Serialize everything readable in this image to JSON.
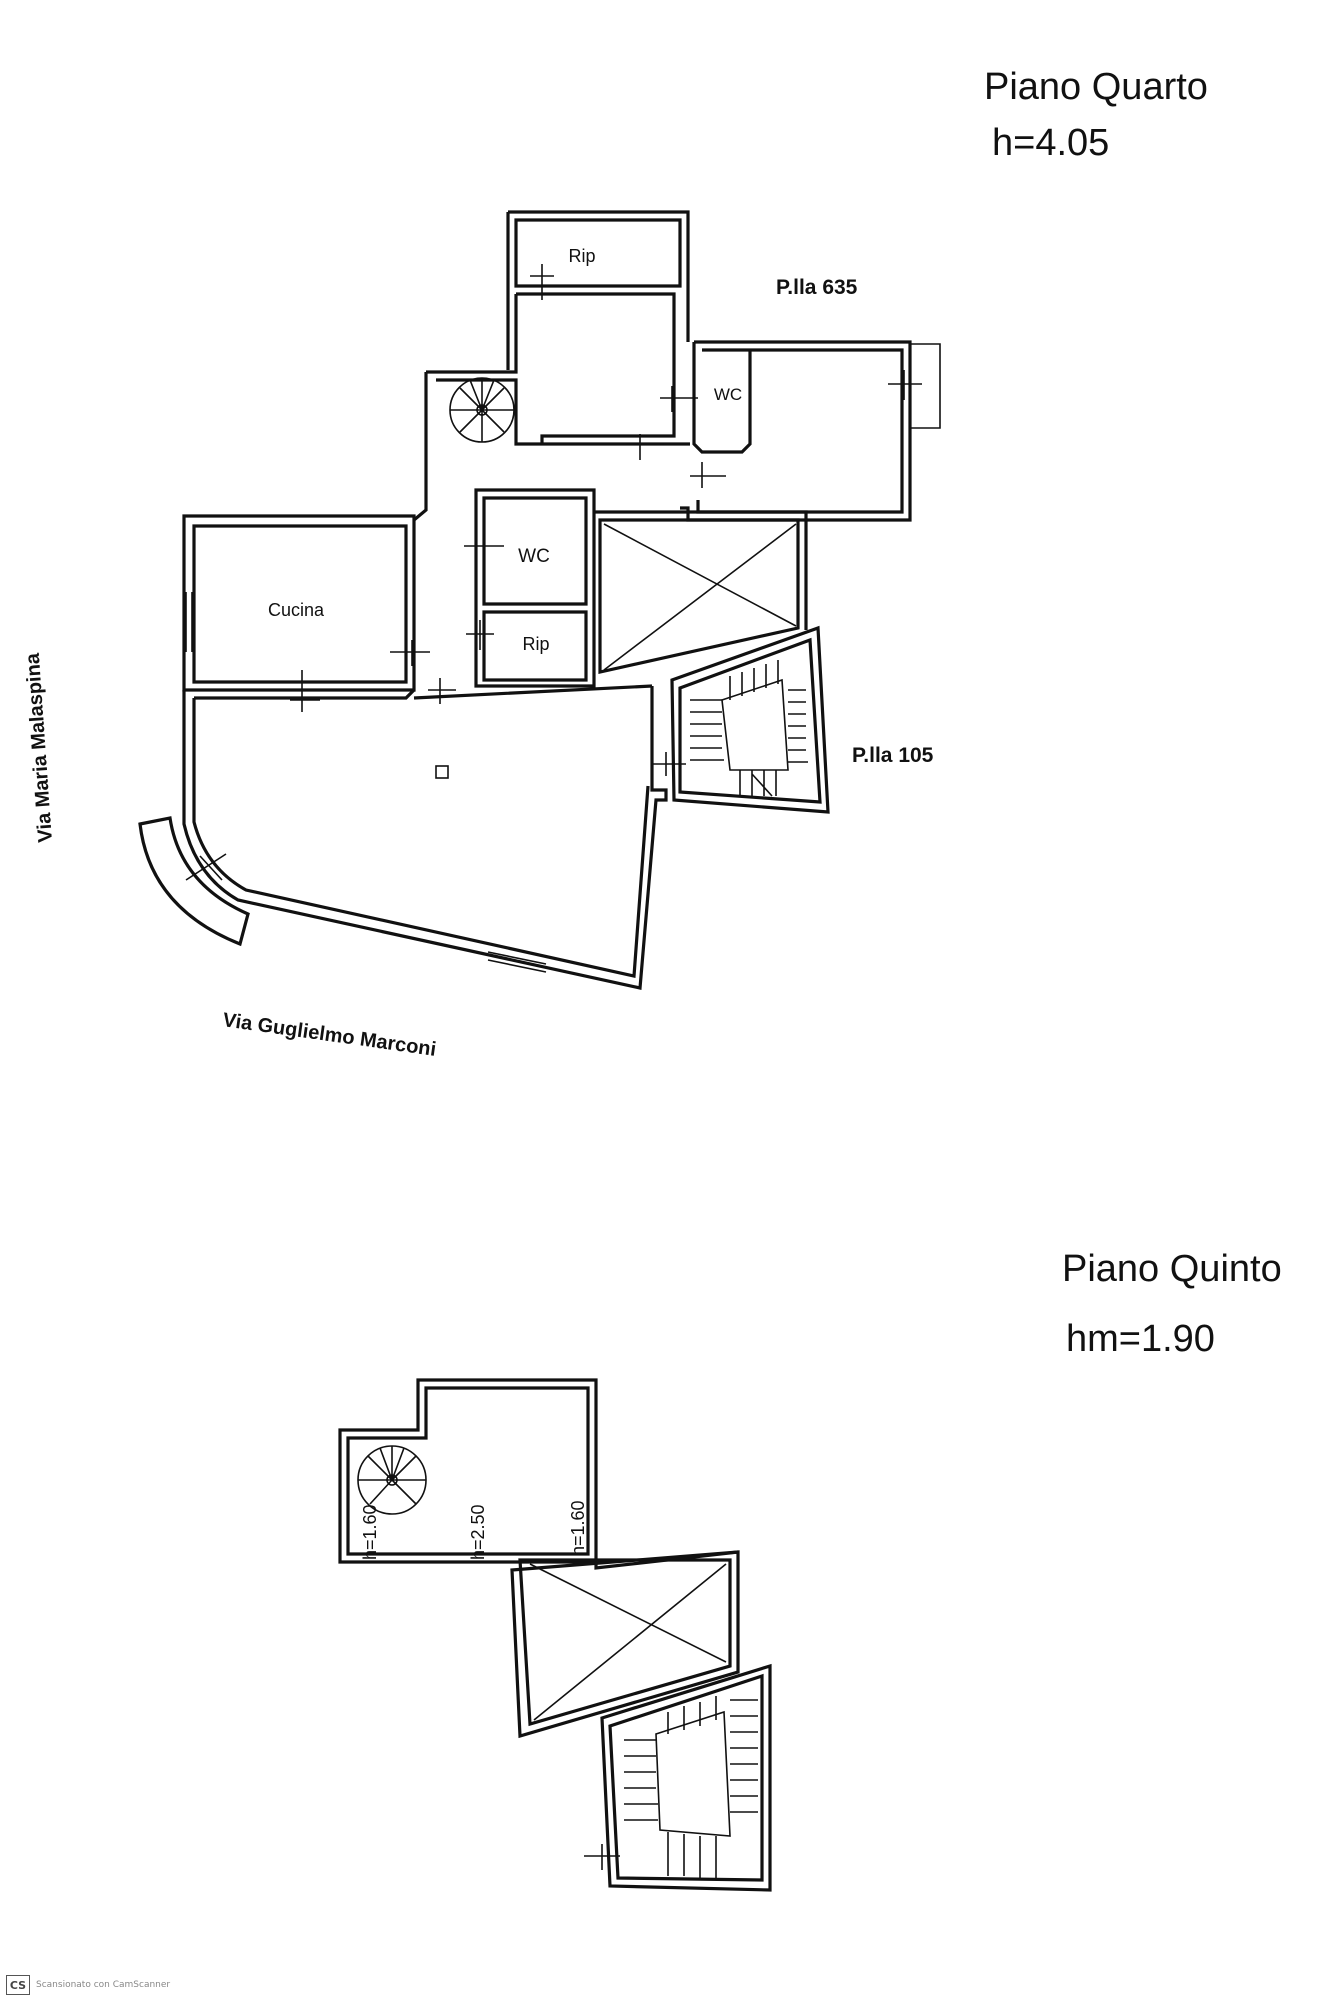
{
  "floor4": {
    "title": "Piano Quarto",
    "height": "h=4.05",
    "rooms": {
      "rip_top": "Rip",
      "wc_right": "WC",
      "wc_center": "WC",
      "cucina": "Cucina",
      "rip_center": "Rip"
    },
    "parcel_635": "P.lla 635",
    "parcel_105": "P.lla 105",
    "street_left": "Via Maria Malaspina",
    "street_bottom": "Via Guglielmo Marconi"
  },
  "floor5": {
    "title": "Piano Quinto",
    "height": "hm=1.90",
    "heights": [
      "h=1.60",
      "h=2.50",
      "h=1.60"
    ]
  },
  "scanner": {
    "badge": "CS",
    "text": "Scansionato con CamScanner"
  }
}
